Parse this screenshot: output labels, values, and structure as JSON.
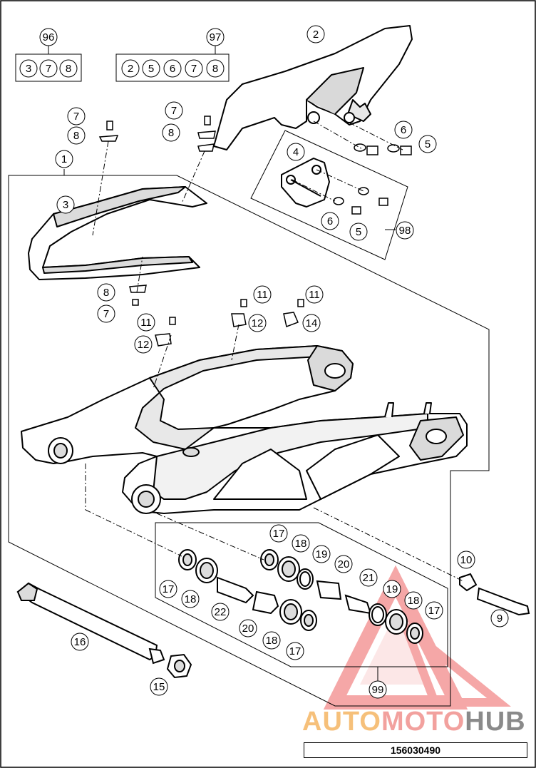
{
  "labels": {
    "l1": "1",
    "l2": "2",
    "l3": "3",
    "l4": "4",
    "l5a": "5",
    "l5b": "5",
    "l6a": "6",
    "l6b": "6",
    "l7a": "7",
    "l7b": "7",
    "l7c": "7",
    "l8a": "8",
    "l8b": "8",
    "l8c": "8",
    "l9": "9",
    "l10": "10",
    "l11a": "11",
    "l11b": "11",
    "l11c": "11",
    "l12a": "12",
    "l12b": "12",
    "l14": "14",
    "l15": "15",
    "l16": "16",
    "l17a": "17",
    "l17b": "17",
    "l17c": "17",
    "l17d": "17",
    "l18a": "18",
    "l18b": "18",
    "l18c": "18",
    "l18d": "18",
    "l19a": "19",
    "l19b": "19",
    "l20a": "20",
    "l20b": "20",
    "l21": "21",
    "l22": "22",
    "l98": "98",
    "l99": "99"
  },
  "kit96": {
    "number": "96",
    "contents": [
      "3",
      "7",
      "8"
    ]
  },
  "kit97": {
    "number": "97",
    "contents": [
      "2",
      "5",
      "6",
      "7",
      "8"
    ]
  },
  "doc_number": "156030490",
  "watermark": {
    "part1": "AUTO",
    "part2": "MOTO",
    "part3": "HUB"
  },
  "colors": {
    "line": "#000000",
    "watermark_red": "#f08080",
    "watermark_orange": "#f5b15a",
    "watermark_grey": "#6d6d6d"
  }
}
